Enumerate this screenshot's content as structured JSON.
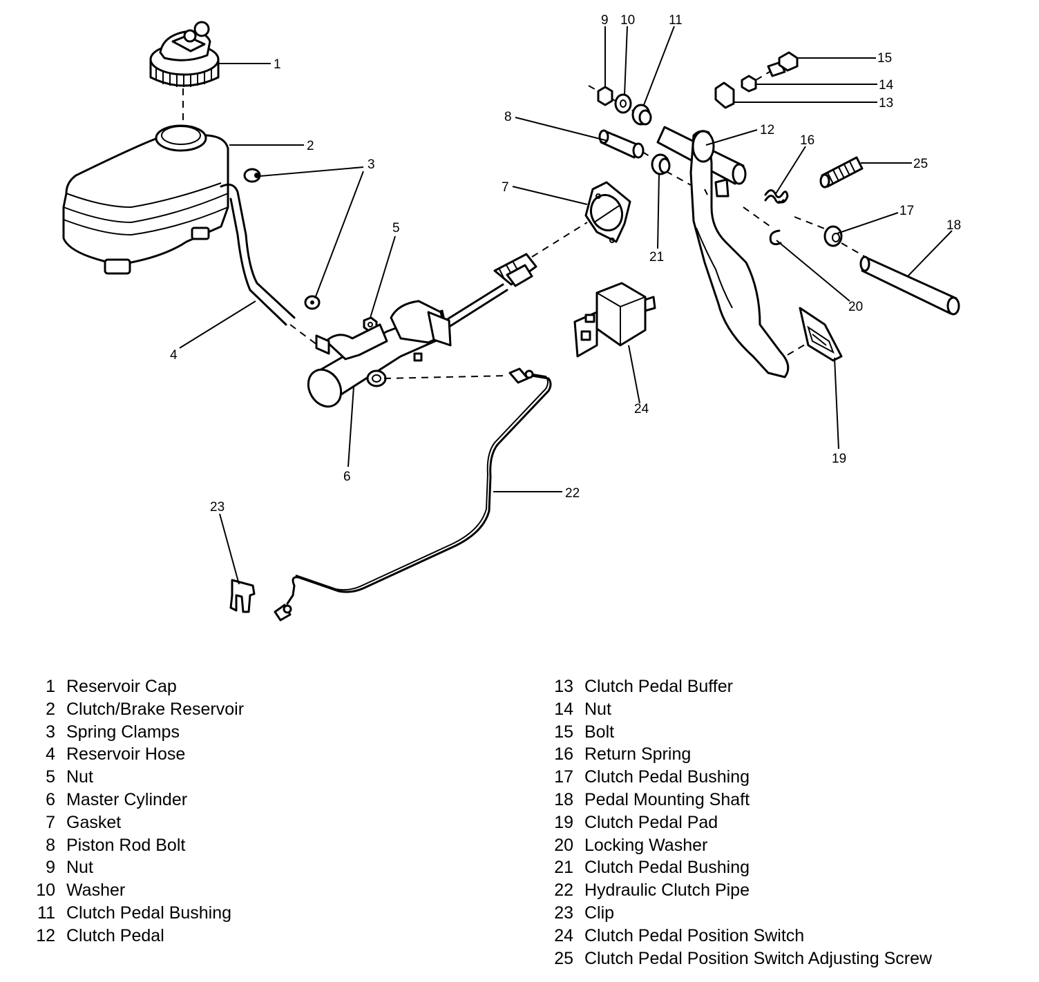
{
  "callouts": [
    "1",
    "2",
    "3",
    "4",
    "5",
    "6",
    "7",
    "8",
    "9",
    "10",
    "11",
    "12",
    "13",
    "14",
    "15",
    "16",
    "17",
    "18",
    "19",
    "20",
    "21",
    "22",
    "23",
    "24",
    "25"
  ],
  "legend": {
    "left": [
      {
        "num": "1",
        "label": "Reservoir Cap"
      },
      {
        "num": "2",
        "label": "Clutch/Brake Reservoir"
      },
      {
        "num": "3",
        "label": "Spring Clamps"
      },
      {
        "num": "4",
        "label": "Reservoir Hose"
      },
      {
        "num": "5",
        "label": "Nut"
      },
      {
        "num": "6",
        "label": "Master Cylinder"
      },
      {
        "num": "7",
        "label": "Gasket"
      },
      {
        "num": "8",
        "label": "Piston Rod Bolt"
      },
      {
        "num": "9",
        "label": "Nut"
      },
      {
        "num": "10",
        "label": "Washer"
      },
      {
        "num": "11",
        "label": "Clutch Pedal Bushing"
      },
      {
        "num": "12",
        "label": "Clutch Pedal"
      }
    ],
    "right": [
      {
        "num": "13",
        "label": "Clutch Pedal Buffer"
      },
      {
        "num": "14",
        "label": "Nut"
      },
      {
        "num": "15",
        "label": "Bolt"
      },
      {
        "num": "16",
        "label": "Return Spring"
      },
      {
        "num": "17",
        "label": "Clutch Pedal Bushing"
      },
      {
        "num": "18",
        "label": "Pedal Mounting Shaft"
      },
      {
        "num": "19",
        "label": "Clutch Pedal Pad"
      },
      {
        "num": "20",
        "label": "Locking Washer"
      },
      {
        "num": "21",
        "label": "Clutch Pedal Bushing"
      },
      {
        "num": "22",
        "label": "Hydraulic Clutch Pipe"
      },
      {
        "num": "23",
        "label": "Clip"
      },
      {
        "num": "24",
        "label": "Clutch Pedal Position Switch"
      },
      {
        "num": "25",
        "label": "Clutch Pedal Position Switch Adjusting Screw"
      }
    ]
  }
}
